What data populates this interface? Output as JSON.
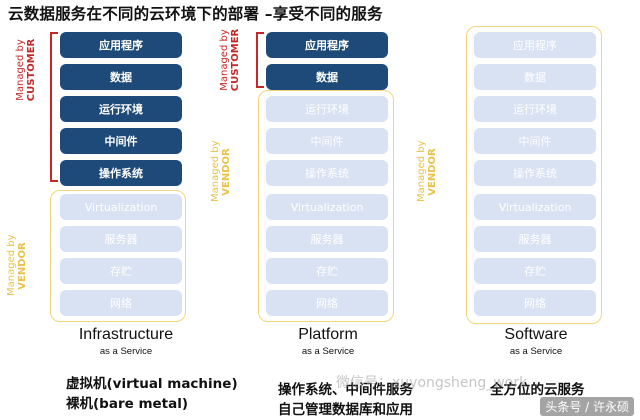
{
  "title": "云数据服务在不同的云环境下的部署 –享受不同的服务",
  "layers": [
    "应用程序",
    "数据",
    "运行环境",
    "中间件",
    "操作系统",
    "Virtualization",
    "服务器",
    "存贮",
    "网络"
  ],
  "managed_by": {
    "l1": "Managed by",
    "customer": "CUSTOMER",
    "vendor": "VENDOR"
  },
  "columns": [
    {
      "name": "Infrastructure",
      "sub": "as a Service",
      "customer_layers": 5
    },
    {
      "name": "Platform",
      "sub": "as a Service",
      "customer_layers": 2
    },
    {
      "name": "Software",
      "sub": "as a Service",
      "customer_layers": 0
    }
  ],
  "bottom": {
    "iaas_line1": "虚拟机(virtual machine)",
    "iaas_line2": "裸机(bare metal)",
    "paas_line1": "操作系统、中间件服务",
    "paas_line2": "自己管理数据库和应用",
    "saas_line1": "全方位的云服务"
  },
  "watermark": "微信号：xuyongsheng_work",
  "credit": "头条号 / 许永硕",
  "colors": {
    "customer": "#1d4a78",
    "vendor": "#d9e2f3",
    "customer_label": "#c62828",
    "vendor_label": "#e8c24a",
    "vendor_frame": "#f1d77a"
  }
}
